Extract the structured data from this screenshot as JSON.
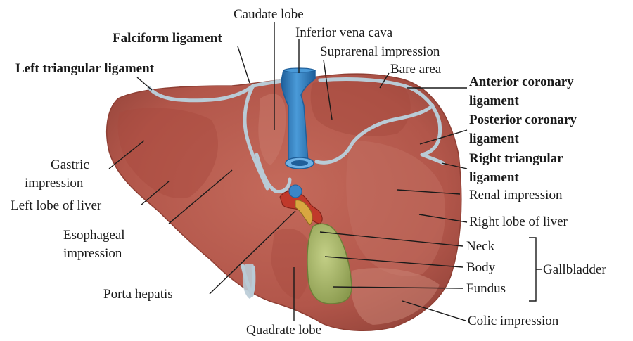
{
  "labels": {
    "caudate_lobe": "Caudate lobe",
    "falciform_ligament": "Falciform ligament",
    "inferior_vena_cava": "Inferior vena cava",
    "suprarenal_impression": "Suprarenal impression",
    "left_triangular_ligament": "Left triangular ligament",
    "bare_area": "Bare area",
    "anterior_coronary_1": "Anterior coronary",
    "anterior_coronary_2": "ligament",
    "posterior_coronary_1": "Posterior coronary",
    "posterior_coronary_2": "ligament",
    "right_triangular_1": "Right triangular",
    "right_triangular_2": "ligament",
    "gastric_1": "Gastric",
    "gastric_2": "impression",
    "left_lobe": "Left lobe of liver",
    "renal_impression": "Renal impression",
    "right_lobe": "Right lobe of liver",
    "esophageal_1": "Esophageal",
    "esophageal_2": "impression",
    "neck": "Neck",
    "body": "Body",
    "gallbladder": "Gallbladder",
    "fundus": "Fundus",
    "porta_hepatis": "Porta hepatis",
    "colic_impression": "Colic impression",
    "quadrate_lobe": "Quadrate lobe"
  },
  "colors": {
    "liver": "#b5584a",
    "liver_dark": "#8f3f34",
    "liver_light": "#c9786a",
    "ligament": "#b9cbd6",
    "vena_cava": "#3a86c8",
    "vena_cava_dark": "#1f5f9a",
    "gallbladder": "#a9b86a",
    "gallbladder_dark": "#7d8c45",
    "porta_red": "#c0392b",
    "porta_yellow": "#d8a640",
    "leader": "#1a1a1a"
  }
}
